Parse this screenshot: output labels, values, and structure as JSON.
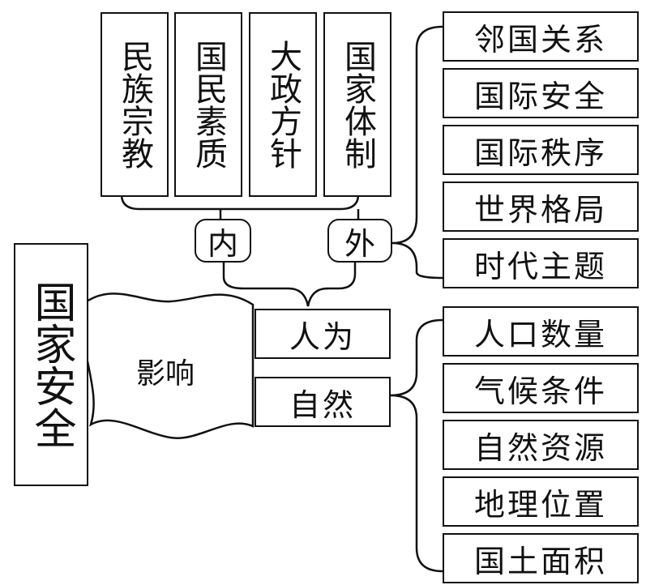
{
  "root": {
    "label": "国家安全"
  },
  "banner": {
    "label": "影响"
  },
  "human": {
    "label": "人为"
  },
  "nature": {
    "label": "自然"
  },
  "inner": {
    "label": "内",
    "items": [
      "民族宗教",
      "国民素质",
      "大政方针",
      "国家体制"
    ]
  },
  "outer": {
    "label": "外",
    "items": [
      "邻国关系",
      "国际安全",
      "国际秩序",
      "世界格局",
      "时代主题"
    ]
  },
  "natural_factors": {
    "items": [
      "人口数量",
      "气候条件",
      "自然资源",
      "地理位置",
      "国土面积"
    ]
  }
}
